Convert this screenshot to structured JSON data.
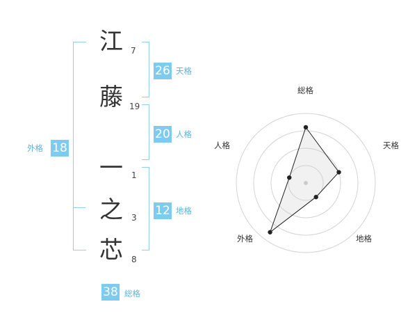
{
  "name": {
    "chars": [
      {
        "char": "江",
        "strokes": "7"
      },
      {
        "char": "藤",
        "strokes": "19"
      },
      {
        "char": "一",
        "strokes": "1"
      },
      {
        "char": "之",
        "strokes": "3"
      },
      {
        "char": "芯",
        "strokes": "8"
      }
    ]
  },
  "fortunes": {
    "ten": {
      "value": "26",
      "label": "天格"
    },
    "jin": {
      "value": "20",
      "label": "人格"
    },
    "chi": {
      "value": "12",
      "label": "地格"
    },
    "gai": {
      "value": "18",
      "label": "外格"
    },
    "sou": {
      "value": "38",
      "label": "総格"
    }
  },
  "colors": {
    "accent": "#7ecbf0",
    "bracket": "#8dd0f2"
  },
  "chart_data": {
    "type": "radar",
    "axes": [
      "総格",
      "天格",
      "地格",
      "外格",
      "人格"
    ],
    "range": [
      0,
      4
    ],
    "values": [
      3.2,
      2.0,
      1.0,
      3.5,
      1.0
    ]
  }
}
